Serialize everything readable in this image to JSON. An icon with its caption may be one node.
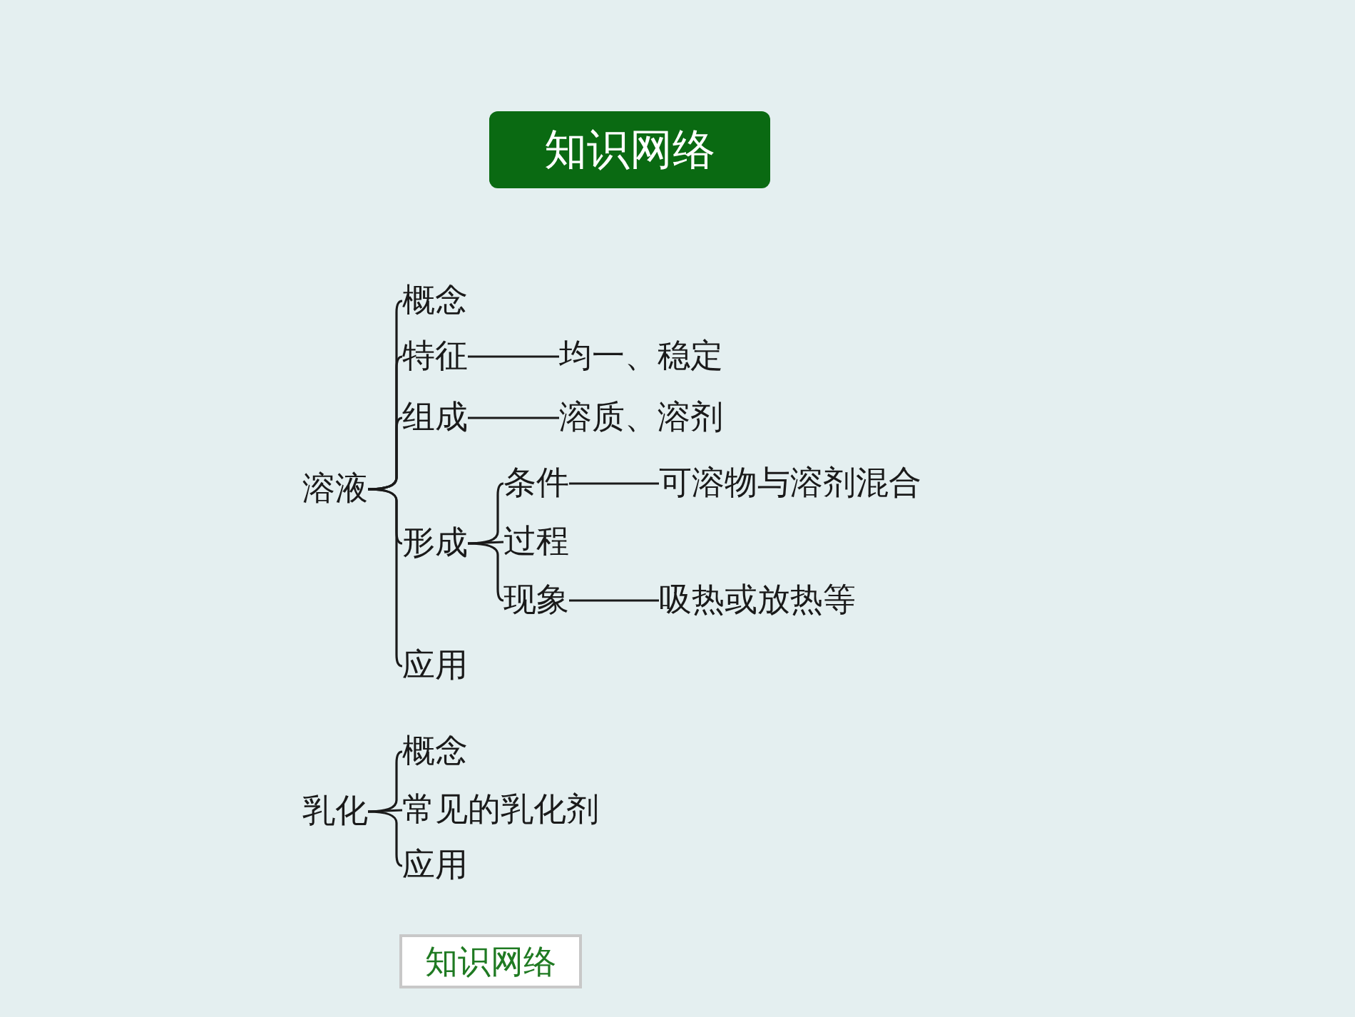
{
  "diagram": {
    "nodes": [
      {
        "text": [
          "知识网络"
        ]
      },
      {
        "text": [
          "溶液"
        ]
      },
      {
        "text": [
          "概念"
        ]
      },
      {
        "text": [
          "特征"
        ]
      },
      {
        "text": [
          "均一、稳定"
        ]
      },
      {
        "text": [
          "组成"
        ]
      },
      {
        "text": [
          "溶质、溶剂"
        ]
      },
      {
        "text": [
          "形成"
        ]
      },
      {
        "text": [
          "条件"
        ]
      },
      {
        "text": [
          "可溶物与溶剂混合"
        ]
      },
      {
        "text": [
          "过程"
        ]
      },
      {
        "text": [
          "现象"
        ]
      },
      {
        "text": [
          "吸热或放热等"
        ]
      },
      {
        "text": [
          "应用"
        ]
      },
      {
        "text": [
          "乳化"
        ]
      },
      {
        "text": [
          "概念"
        ]
      },
      {
        "text": [
          "常见的乳化剂"
        ]
      },
      {
        "text": [
          "应用"
        ]
      },
      {
        "text": [
          "知识网络"
        ]
      }
    ],
    "edges": [
      {
        "from": 1,
        "to": 2,
        "arrow": "none"
      },
      {
        "from": 1,
        "to": 3,
        "arrow": "none"
      },
      {
        "from": 1,
        "to": 5,
        "arrow": "none"
      },
      {
        "from": 1,
        "to": 7,
        "arrow": "none"
      },
      {
        "from": 1,
        "to": 13,
        "arrow": "none"
      },
      {
        "from": 3,
        "to": 4,
        "arrow": "none"
      },
      {
        "from": 5,
        "to": 6,
        "arrow": "none"
      },
      {
        "from": 7,
        "to": 8,
        "arrow": "none"
      },
      {
        "from": 7,
        "to": 10,
        "arrow": "none"
      },
      {
        "from": 7,
        "to": 11,
        "arrow": "none"
      },
      {
        "from": 8,
        "to": 9,
        "arrow": "none"
      },
      {
        "from": 11,
        "to": 12,
        "arrow": "none"
      },
      {
        "from": 14,
        "to": 15,
        "arrow": "none"
      },
      {
        "from": 14,
        "to": 16,
        "arrow": "none"
      },
      {
        "from": 14,
        "to": 17,
        "arrow": "none"
      }
    ]
  }
}
